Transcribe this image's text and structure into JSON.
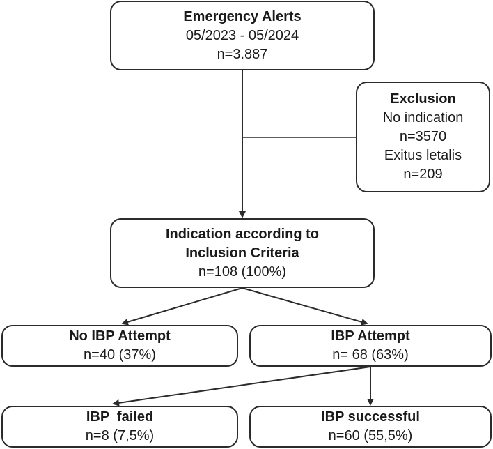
{
  "boxes": {
    "alerts": {
      "title": "Emergency Alerts",
      "period": "05/2023 - 05/2024",
      "count": "n=3.887"
    },
    "exclusion": {
      "title": "Exclusion",
      "reason1": "No indication",
      "count1": "n=3570",
      "reason2": "Exitus letalis",
      "count2": "n=209"
    },
    "inclusion": {
      "title_line1": "Indication according to",
      "title_line2": "Inclusion Criteria",
      "count": "n=108 (100%)"
    },
    "no_ibp_attempt": {
      "title": "No IBP Attempt",
      "count": "n=40 (37%)"
    },
    "ibp_attempt": {
      "title": "IBP Attempt",
      "count": "n= 68 (63%)"
    },
    "ibp_failed": {
      "title": "IBP  failed",
      "count": "n=8 (7,5%)"
    },
    "ibp_successful": {
      "title": "IBP successful",
      "count": "n=60 (55,5%)"
    }
  },
  "colors": {
    "stroke": "#2b2b2b",
    "background": "#ffffff"
  }
}
